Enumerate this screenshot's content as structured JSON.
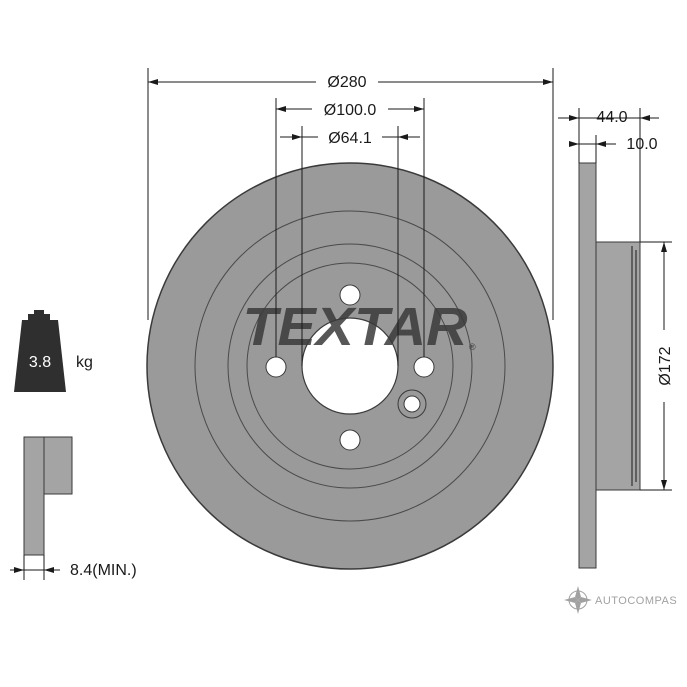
{
  "dimensions": {
    "outer_diameter": "Ø280",
    "bolt_circle": "Ø100.0",
    "center_bore": "Ø64.1",
    "total_height": "44.0",
    "disc_thickness": "10.0",
    "hat_diameter": "Ø172",
    "min_thickness": "8.4(MIN.)"
  },
  "weight": {
    "value": "3.8",
    "unit": "kg"
  },
  "brand": {
    "logo_text": "TEXTAR"
  },
  "watermark": {
    "text": "AUTOCOMPAS"
  },
  "colors": {
    "disc_fill": "#9a9a9a",
    "disc_edge": "#3a3a3a",
    "ink": "#1a1a1a",
    "weight_fill": "#2f2f2f"
  }
}
